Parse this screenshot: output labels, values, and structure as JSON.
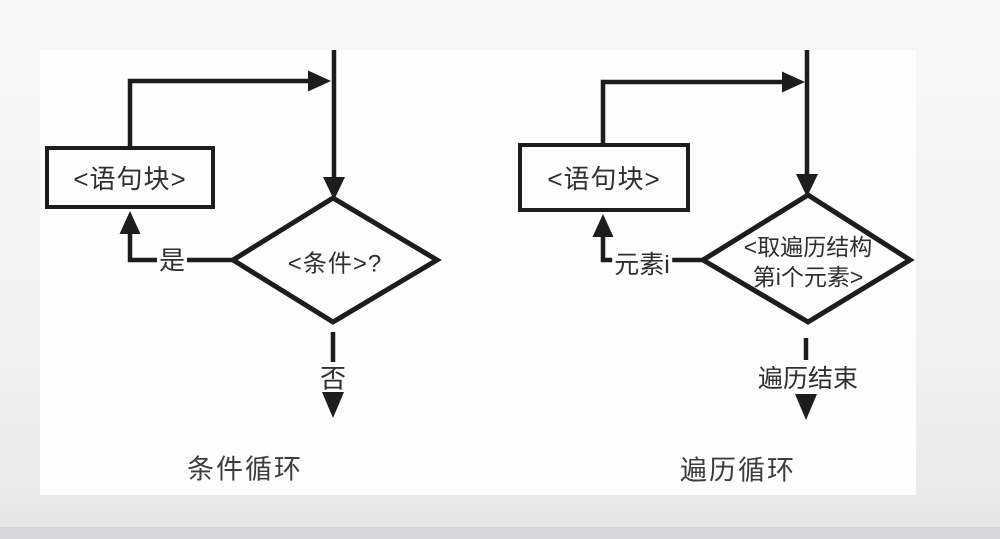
{
  "page": {
    "outer_background": "#f2f2f2",
    "panel_background": "#fdfdfd",
    "line_color": "#1d1d1d",
    "text_color": "#2f2f2f"
  },
  "left_flowchart": {
    "statement_block": "<语句块>",
    "condition": "<条件>?",
    "loop_back_label": "是",
    "exit_label": "否",
    "caption": "条件循环"
  },
  "right_flowchart": {
    "statement_block": "<语句块>",
    "condition_line1": "<取遍历结构",
    "condition_line2": "第i个元素>",
    "loop_back_label": "元素i",
    "exit_label": "遍历结束",
    "caption": "遍历循环"
  }
}
